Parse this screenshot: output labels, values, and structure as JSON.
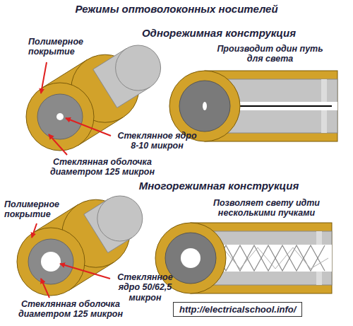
{
  "diagram": {
    "title": "Режимы оптоволоконных носителей",
    "nodes": [
      {
        "text": [
          "http://electricalschool.info/"
        ]
      }
    ],
    "labels": [
      "Однорежимная конструкция",
      "Полимерное покрытие",
      "Производит один путь для света",
      "Стеклянное ядро 8-10 микрон",
      "Стеклянная оболочка диаметром 125 микрон",
      "Многорежимная конструкция",
      "Полимерное покрытие",
      "Позволяет свету идти несколькими пучками",
      "Стеклянное ядро 50/62,5 микрон",
      "Стеклянная оболочка диаметром 125 микрон"
    ]
  }
}
